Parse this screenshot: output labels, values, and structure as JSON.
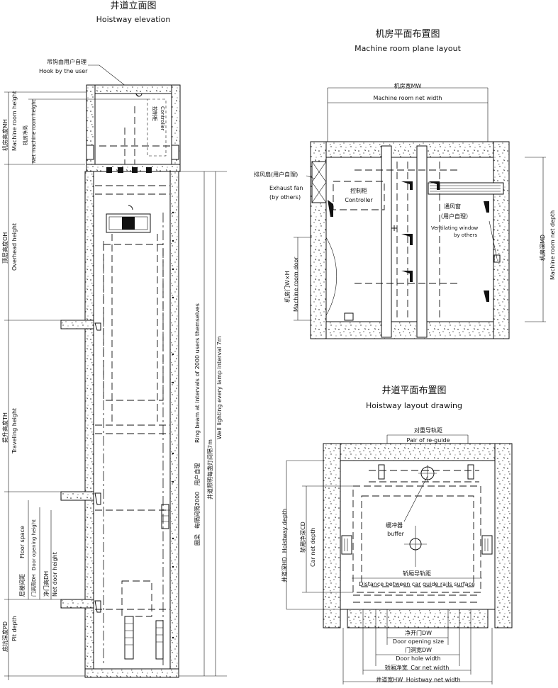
{
  "elevation": {
    "title_cn": "井道立面图",
    "title_en": "Hoistway elevation",
    "hook_cn": "吊钩由用户自理",
    "hook_en": "Hook by the user",
    "controller_cn": "控制柜",
    "controller_en": "Controller",
    "mh_cn": "机房高度MH",
    "mh_en": "Machine room height",
    "net_mh_cn": "机房净高",
    "net_mh_en": "Net machine room height",
    "oh_cn": "顶层高度OH",
    "oh_en": "Overhead height",
    "th_cn": "提升高度TH",
    "th_en": "Traveling height",
    "floor_cn": "层楼间距",
    "floor_en": "Floor space",
    "dh_cn": "门洞高DH",
    "dh_en": "Door opening height",
    "ndh_cn": "净门高DH",
    "ndh_en": "Net door height",
    "pd_cn": "底坑深度PD",
    "pd_en": "Pit depth",
    "ring_cn": "圈梁　每隔间隔2000　用户自理",
    "ring_en": "Ring beam at intervals of 2000 users themselves",
    "light_cn": "井道照明每盏灯间隔7m",
    "light_en": "Well lighting every lamp interval 7m"
  },
  "machine_room": {
    "title_cn": "机房平面布置图",
    "title_en": "Machine room plane layout",
    "mw_cn": "机房宽MW",
    "mw_en": "Machine room net width",
    "fan_cn": "排风扇(用户自理)",
    "fan_en1": "Exhaust fan",
    "fan_en2": "(by others)",
    "controller_cn": "控制柜",
    "controller_en": "Controller",
    "vent_cn": "通风窗",
    "vent_cn2": "（用户自理）",
    "vent_en1": "Ventilating window",
    "vent_en2": "by others",
    "md_cn": "机房深MD",
    "md_en": "Machine room net depth",
    "door_cn": "机房门W×H",
    "door_en": "Machine room door"
  },
  "hoistway_layout": {
    "title_cn": "井道平面布置图",
    "title_en": "Hoistway layout drawing",
    "cw_guide_cn": "对重导轨距",
    "cw_guide_en": "Pair of re-guide",
    "buffer_cn": "缓冲器",
    "buffer_en": "buffer",
    "hd_cn": "井道深HD",
    "hd_en": "Hoistway depth",
    "cd_cn": "轿厢净深CD",
    "cd_en": "Car net depth",
    "car_guide_cn": "轿厢导轨距",
    "car_guide_en": "Distance between car guide rails surface",
    "dw_cn": "净开门DW",
    "dw_en": "Door opening size",
    "dhw_cn": "门洞宽DW",
    "dhw_en": "Door hole width",
    "cw_cn": "轿厢净宽",
    "cw_en": "Car net width",
    "hw_cn": "井道宽HW",
    "hw_en": "Hoistway net width"
  }
}
